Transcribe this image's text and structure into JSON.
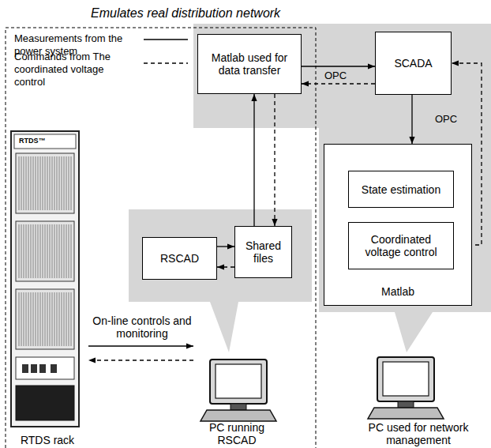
{
  "diagram": {
    "title": "Emulates real distribution network",
    "nodes": [
      {
        "text": [
          "Matlab used for data transfer"
        ]
      },
      {
        "text": [
          "SCADA"
        ]
      },
      {
        "text": [
          "Matlab"
        ]
      },
      {
        "text": [
          "State estimation"
        ],
        "in": 2
      },
      {
        "text": [
          "Coordinated voltage control"
        ],
        "in": 2
      },
      {
        "text": [
          "RSCAD"
        ]
      },
      {
        "text": [
          "Shared files"
        ]
      },
      {
        "text": [
          "RTDS rack"
        ]
      },
      {
        "text": [
          "PC running RSCAD"
        ]
      },
      {
        "text": [
          "PC used for network management"
        ]
      }
    ],
    "edges": [
      {
        "from": 0,
        "to": 1,
        "arrow": "to",
        "label": "OPC"
      },
      {
        "from": 1,
        "to": 0,
        "arrow": "to"
      },
      {
        "from": 1,
        "to": 2,
        "arrow": "to"
      },
      {
        "from": 3,
        "to": 4,
        "arrow": "to"
      },
      {
        "from": 4,
        "to": 1,
        "arrow": "to",
        "label": "OPC"
      },
      {
        "from": 6,
        "to": 0,
        "arrow": "to"
      },
      {
        "from": 0,
        "to": 6,
        "arrow": "to"
      },
      {
        "from": 5,
        "to": 6,
        "arrow": "to"
      },
      {
        "from": 6,
        "to": 5,
        "arrow": "to"
      },
      {
        "from": 7,
        "to": 8,
        "arrow": "to",
        "label": "On-line controls and monitoring"
      },
      {
        "from": 8,
        "to": 7,
        "arrow": "to"
      }
    ],
    "labels": [
      "RTDS™"
    ],
    "legend": [
      {
        "text": "Measurements from the power system"
      },
      {
        "text": "Commands from The coordinated voltage control"
      }
    ]
  }
}
